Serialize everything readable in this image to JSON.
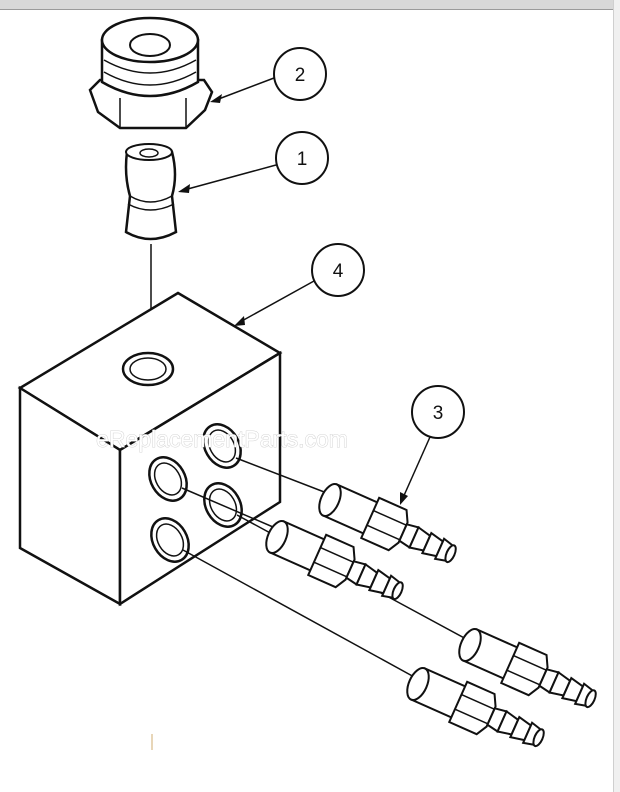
{
  "diagram": {
    "callouts": [
      {
        "id": "c2",
        "label": "2"
      },
      {
        "id": "c1",
        "label": "1"
      },
      {
        "id": "c4",
        "label": "4"
      },
      {
        "id": "c3",
        "label": "3"
      }
    ],
    "watermark": "eReplacementParts.com"
  }
}
